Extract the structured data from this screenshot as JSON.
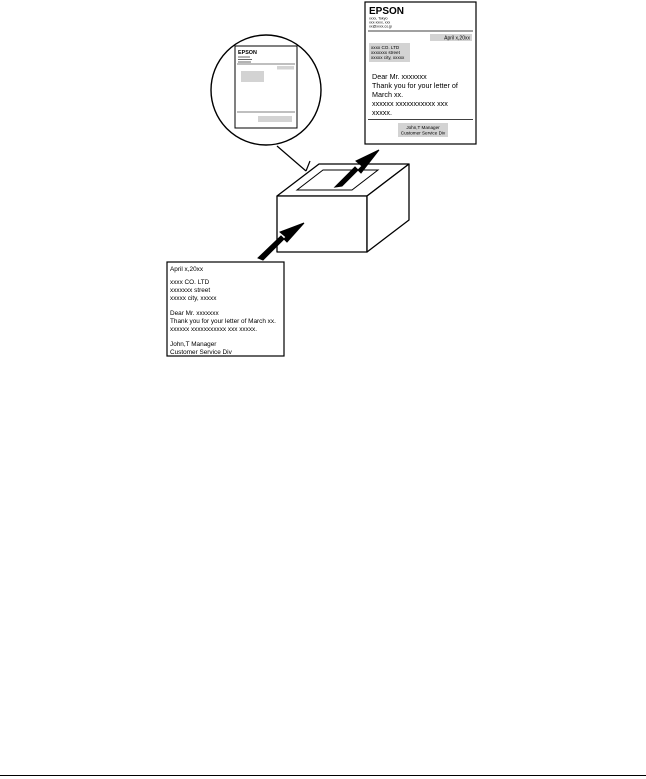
{
  "input_letter": {
    "date": "April x,20xx",
    "company": "xxxx CO. LTD",
    "street": "xxxxxxx street",
    "city": "xxxxx city, xxxxx",
    "salutation": "Dear Mr. xxxxxxx",
    "body_line1": "Thank you for your letter of March xx.",
    "body_line2": "xxxxxx xxxxxxxxxxx xxx xxxxx.",
    "signer": "John,T Manager",
    "division": "Customer Service Div"
  },
  "zoom_letter": {
    "logo": "EPSON"
  },
  "output_letter": {
    "logo": "EPSON",
    "header_line1": "xxxx, Tokyo",
    "header_line2": "xxx-xxxx, xxx",
    "header_line3": "xx@xxxx.co.jp",
    "date": "April x,20xx",
    "company": "xxxx CO. LTD",
    "street": "xxxxxxx street",
    "city": "xxxxx city, xxxxx",
    "salutation": "Dear Mr. xxxxxxx",
    "body_line1": "Thank you for your letter of",
    "body_line2": "March xx.",
    "body_line3": "xxxxxx xxxxxxxxxxx xxx",
    "body_line4": "xxxxx.",
    "signer": "John,T Manager",
    "division": "Customer Service Div"
  },
  "colors": {
    "ink": "#000000",
    "gray_fill": "#d3d3d3",
    "paper": "#ffffff"
  },
  "icons": {
    "input_arrow": "arrow-into-printer-icon",
    "output_arrow": "arrow-out-of-printer-icon",
    "magnifier": "zoom-circle-icon"
  }
}
